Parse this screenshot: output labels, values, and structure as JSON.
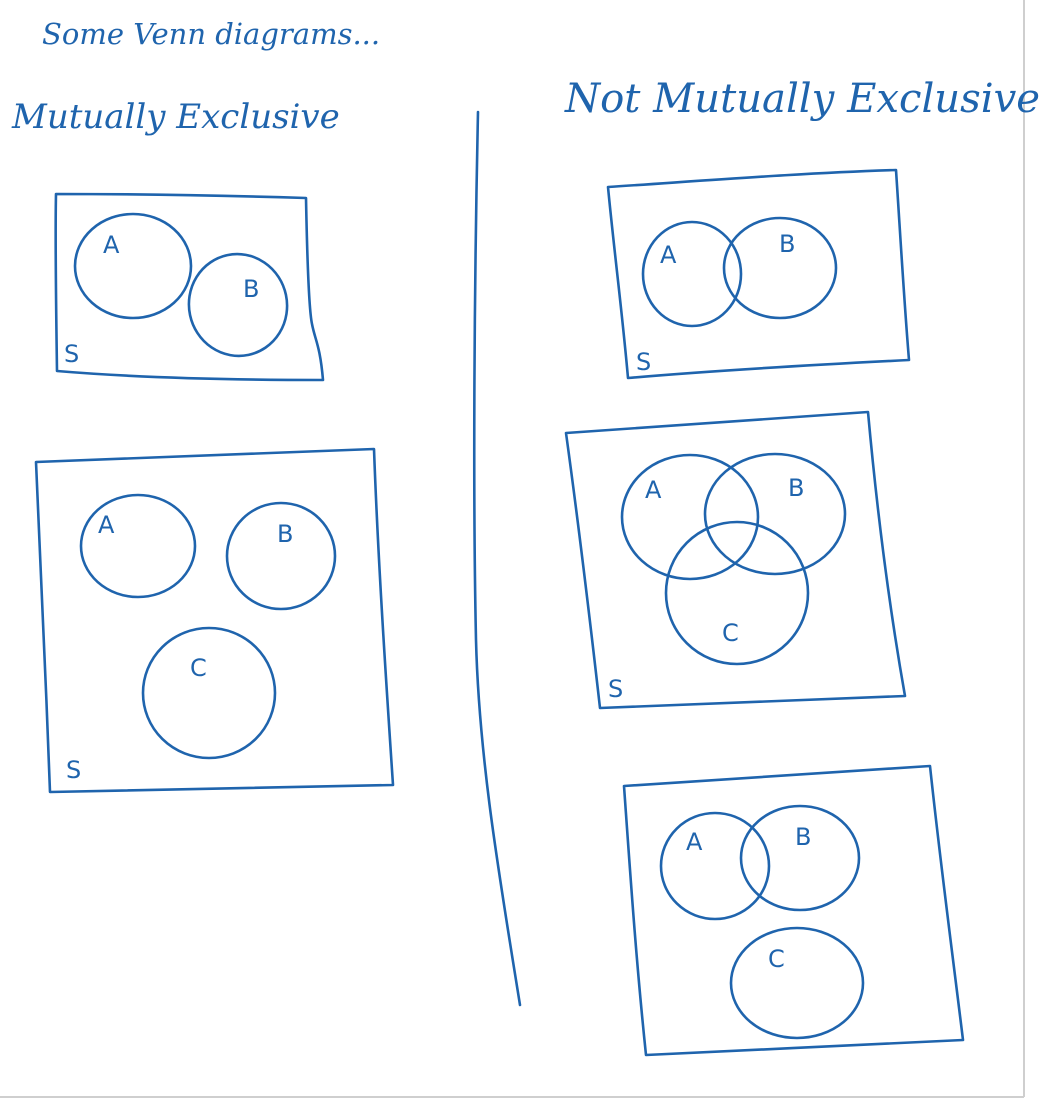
{
  "heading": "Some Venn diagrams...",
  "left_column": {
    "title": "Mutually Exclusive",
    "diagram1": {
      "set_a": "A",
      "set_b": "B",
      "universe": "S"
    },
    "diagram2": {
      "set_a": "A",
      "set_b": "B",
      "set_c": "C",
      "universe": "S"
    }
  },
  "right_column": {
    "title": "Not Mutually Exclusive",
    "diagram1": {
      "set_a": "A",
      "set_b": "B",
      "universe": "S"
    },
    "diagram2": {
      "set_a": "A",
      "set_b": "B",
      "set_c": "C",
      "universe": "S"
    },
    "diagram3": {
      "set_a": "A",
      "set_b": "B",
      "set_c": "C"
    }
  },
  "colors": {
    "ink": "#1f64ad",
    "background": "#ffffff",
    "page_edge": "#cfcfcf"
  }
}
